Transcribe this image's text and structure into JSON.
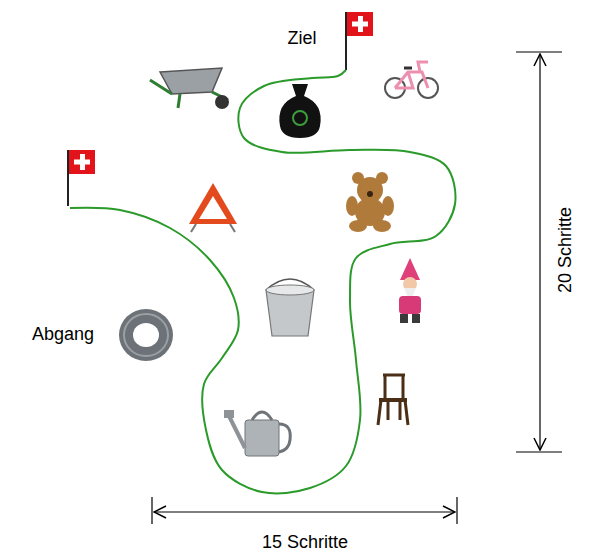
{
  "diagram": {
    "labels": [
      "Ziel",
      "Abgang",
      "20 Schritte",
      "15 Schritte"
    ]
  }
}
